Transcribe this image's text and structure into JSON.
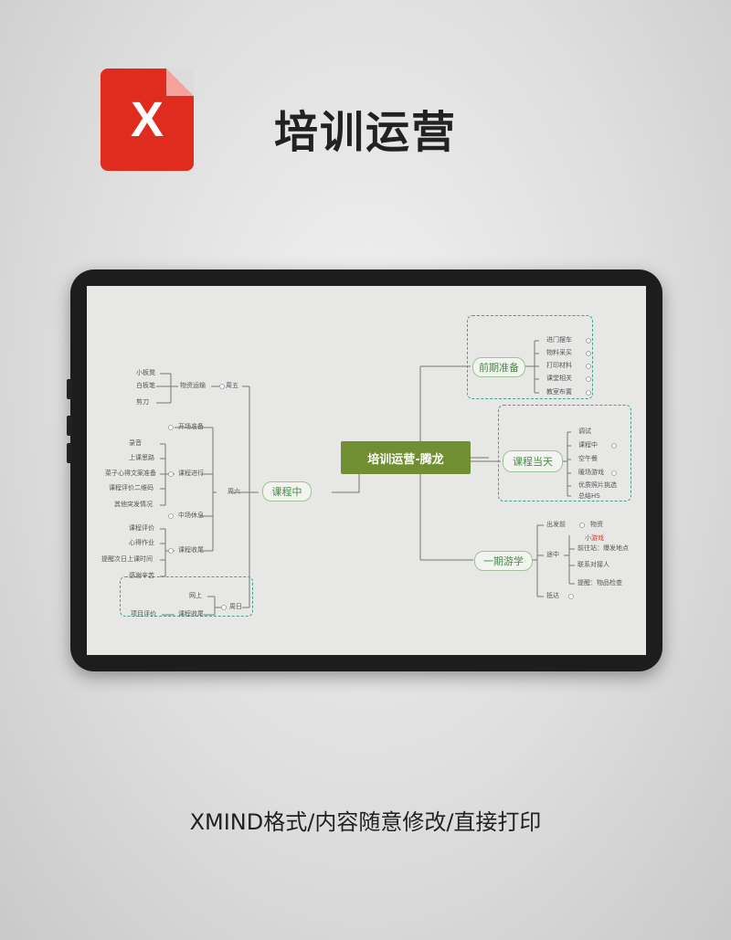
{
  "header": {
    "logo_letter": "X",
    "title": "培训运营"
  },
  "mindmap": {
    "root": "培训运营-腾龙",
    "right": {
      "prep": {
        "label": "前期准备",
        "items": [
          "进门摆车",
          "物料采买",
          "打印材料",
          "课堂相关",
          "教室布置"
        ]
      },
      "day": {
        "label": "课程当天",
        "items": [
          "调试",
          "课程中",
          "空午餐",
          "暖场游戏",
          "优质照片挑选",
          "总结HS"
        ]
      },
      "study": {
        "label": "一期游学",
        "items": [
          "出发前",
          "物资",
          "小游戏",
          "途中",
          "前往站：爆发地点",
          "联系对接人",
          "提醒：物品检查",
          "抵达"
        ]
      }
    },
    "left": {
      "main_label": "课程中",
      "fri": {
        "label": "周五",
        "sub": "物资运输",
        "items": [
          "小板凳",
          "白板笔",
          "剪刀"
        ]
      },
      "sat": {
        "label": "周六",
        "groups": [
          {
            "label": "开场准备",
            "items": []
          },
          {
            "label": "课程进行",
            "items": [
              "录音",
              "上课思路",
              "菜子心得文案准备",
              "课程评价二维码",
              "其他突发情况"
            ]
          },
          {
            "label": "中场休息",
            "items": []
          },
          {
            "label": "课程收尾",
            "items": [
              "课程评价",
              "心得作业",
              "提醒次日上课时间",
              "感谢辛苦"
            ]
          }
        ]
      },
      "sun": {
        "label": "周日",
        "online": "网上",
        "sub": "课程收尾",
        "extra": "项目评价"
      }
    }
  },
  "footer": {
    "text": "XMIND格式/内容随意修改/直接打印"
  }
}
